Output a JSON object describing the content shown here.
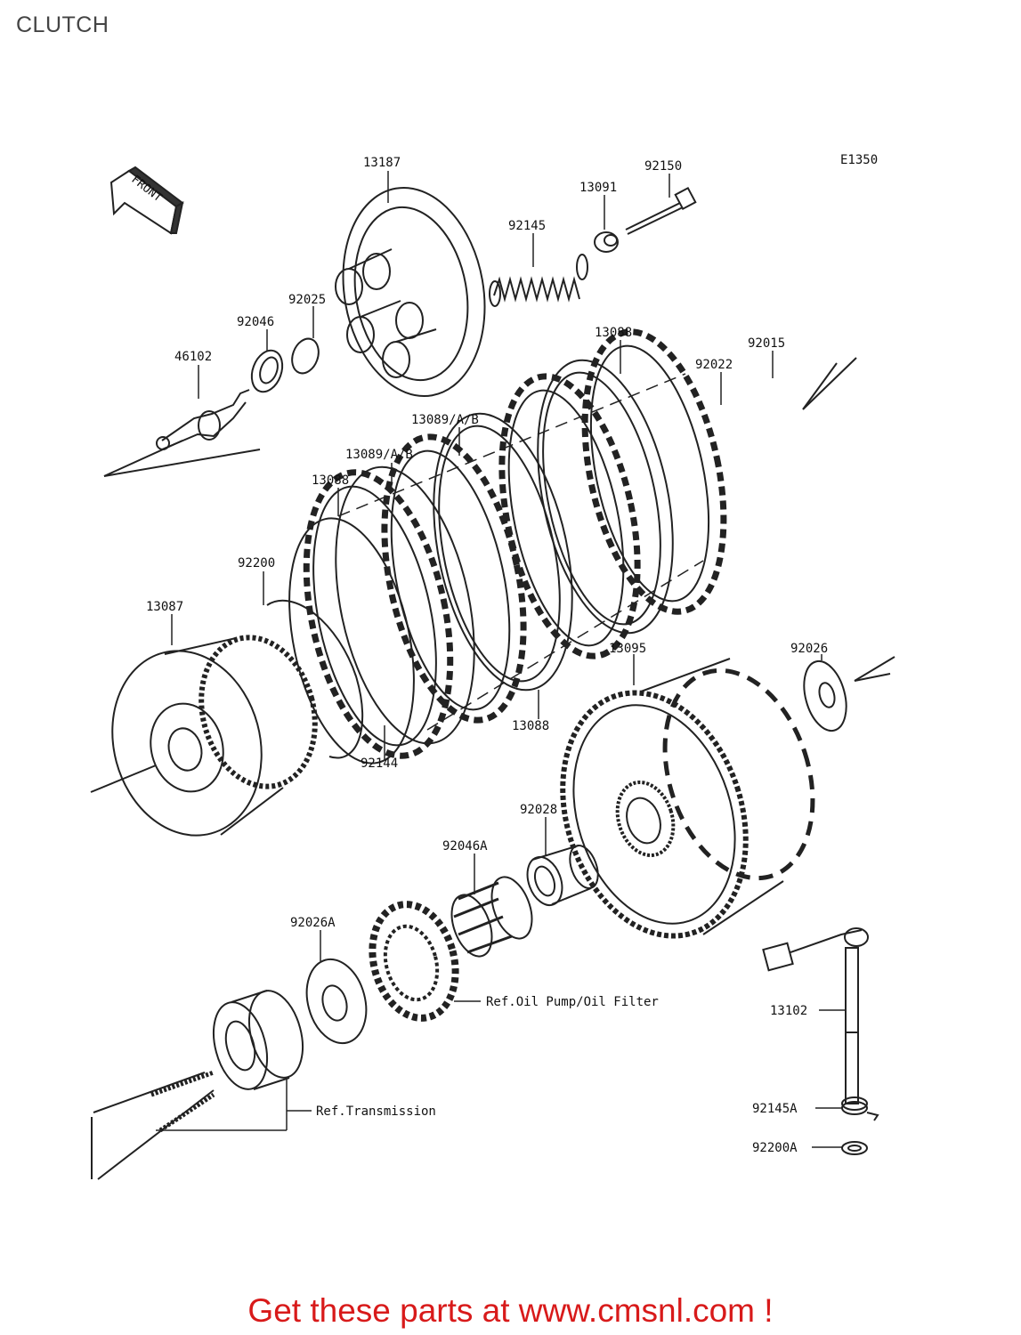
{
  "title": "CLUTCH",
  "diagram_code": "E1350",
  "front_label": "FRONT",
  "parts": {
    "p13187": "13187",
    "p92150": "92150",
    "p13091": "13091",
    "p92145": "92145",
    "p92025": "92025",
    "p92046": "92046",
    "p46102": "46102",
    "p13088a": "13088",
    "p92015": "92015",
    "p92022": "92022",
    "p13089a": "13089/A/B",
    "p13089b": "13089/A/B",
    "p13088b": "13088",
    "p92200": "92200",
    "p13087": "13087",
    "p92144": "92144",
    "p13088c": "13088",
    "p13095": "13095",
    "p92026": "92026",
    "p92028": "92028",
    "p92046A": "92046A",
    "p92026A": "92026A",
    "p13102": "13102",
    "p92145A": "92145A",
    "p92200A": "92200A"
  },
  "refs": {
    "oil": "Ref.Oil Pump/Oil Filter",
    "transmission": "Ref.Transmission"
  },
  "footer": {
    "text": "Get these parts at www.cmsnl.com !"
  }
}
